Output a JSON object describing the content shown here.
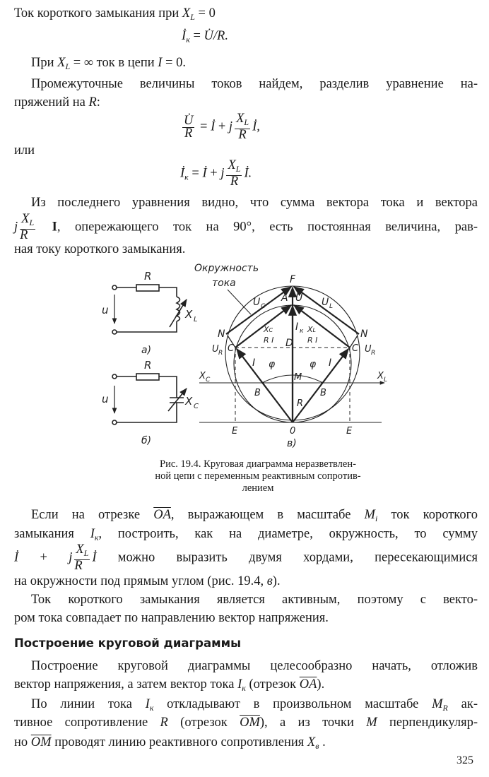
{
  "lines": [
    {
      "seg": [
        {
          "t": "Ток короткого замыкания при "
        },
        {
          "t": "X",
          "s": "i"
        },
        {
          "t": "L",
          "s": "sub"
        },
        {
          "t": " = 0"
        }
      ]
    },
    {
      "seg": [
        {
          "t": "İ",
          "s": "i"
        },
        {
          "t": "к",
          "s": "sub"
        },
        {
          "t": " = "
        },
        {
          "t": "U̇/R.",
          "s": "i"
        }
      ]
    },
    {
      "seg": [
        {
          "t": "При "
        },
        {
          "t": "X",
          "s": "i"
        },
        {
          "t": "L",
          "s": "sub"
        },
        {
          "t": " = ∞ ток в цепи "
        },
        {
          "t": "I",
          "s": "i"
        },
        {
          "t": " = 0."
        }
      ]
    },
    {
      "seg": [
        {
          "t": "Промежуточные величины токов найдем, разделив уравнение на-"
        }
      ]
    },
    {
      "seg": [
        {
          "t": "пряжений на "
        },
        {
          "t": "R",
          "s": "i"
        },
        {
          "t": ":"
        }
      ]
    },
    {
      "seg": [
        {
          "frac": [
            "U̇",
            "",
            "R"
          ]
        },
        {
          "t": " = "
        },
        {
          "t": "İ",
          "s": "i"
        },
        {
          "t": " + "
        },
        {
          "t": "j",
          "s": "i"
        },
        {
          "frac": [
            "X",
            "L",
            "R"
          ]
        },
        {
          "t": "İ,",
          "s": "i"
        }
      ]
    },
    {
      "seg": [
        {
          "t": "или"
        }
      ]
    },
    {
      "seg": [
        {
          "t": "İ",
          "s": "i"
        },
        {
          "t": "к",
          "s": "sub"
        },
        {
          "t": " = "
        },
        {
          "t": "İ",
          "s": "i"
        },
        {
          "t": " + "
        },
        {
          "t": "j",
          "s": "i"
        },
        {
          "frac": [
            "X",
            "L",
            "R"
          ]
        },
        {
          "t": "İ.",
          "s": "i"
        }
      ]
    },
    {
      "seg": [
        {
          "t": "Из последнего уравнения видно, что сумма вектора тока и вектора"
        }
      ]
    },
    {
      "seg": [
        {
          "t": "j",
          "s": "i"
        },
        {
          "frac": [
            "X",
            "L",
            "R"
          ]
        },
        {
          "t": " I",
          "s": "b"
        },
        {
          "t": ", опережающего ток на 90°, есть постоянная величина, рав-"
        }
      ]
    },
    {
      "seg": [
        {
          "t": "ная току короткого замыкания."
        }
      ]
    },
    {
      "seg": [
        {
          "t": "Если на отрезке "
        },
        {
          "t": "OA",
          "s": "ov"
        },
        {
          "t": ", выражающем в масштабе "
        },
        {
          "t": "M",
          "s": "i"
        },
        {
          "t": "i",
          "s": "sub"
        },
        {
          "t": " ток короткого"
        }
      ]
    },
    {
      "seg": [
        {
          "t": "замыкания "
        },
        {
          "t": "I",
          "s": "i"
        },
        {
          "t": "к",
          "s": "sub"
        },
        {
          "t": ", построить, как на диаметре, окружность, то сумму"
        }
      ]
    },
    {
      "seg": [
        {
          "t": "İ",
          "s": "i"
        },
        {
          "t": " + "
        },
        {
          "t": "j",
          "s": "i"
        },
        {
          "frac": [
            "X",
            "L",
            "R"
          ]
        },
        {
          "t": "İ",
          "s": "i"
        },
        {
          "t": " можно выразить двумя хордами, пересекающимися"
        }
      ]
    },
    {
      "seg": [
        {
          "t": "на окружности под прямым углом (рис. 19.4, "
        },
        {
          "t": "в",
          "s": "i"
        },
        {
          "t": ")."
        }
      ]
    },
    {
      "seg": [
        {
          "t": "Ток короткого замыкания является активным, поэтому с векто-"
        }
      ]
    },
    {
      "seg": [
        {
          "t": "ром тока совпадает по направлению вектор напряжения."
        }
      ]
    },
    {
      "seg": [
        {
          "t": "Построение круговой диаграммы"
        }
      ]
    },
    {
      "seg": [
        {
          "t": "Построение круговой диаграммы целесообразно начать, отложив"
        }
      ]
    },
    {
      "seg": [
        {
          "t": "вектор напряжения, а затем вектор тока "
        },
        {
          "t": "I",
          "s": "i"
        },
        {
          "t": "к",
          "s": "sub"
        },
        {
          "t": " (отрезок "
        },
        {
          "t": "OA",
          "s": "ov"
        },
        {
          "t": ")."
        }
      ]
    },
    {
      "seg": [
        {
          "t": "По линии тока "
        },
        {
          "t": "I",
          "s": "i"
        },
        {
          "t": "к",
          "s": "sub"
        },
        {
          "t": " откладывают в произвольном масштабе "
        },
        {
          "t": "M",
          "s": "i"
        },
        {
          "t": "R",
          "s": "sub"
        },
        {
          "t": " ак-"
        }
      ]
    },
    {
      "seg": [
        {
          "t": "тивное сопротивление "
        },
        {
          "t": "R",
          "s": "i"
        },
        {
          "t": " (отрезок "
        },
        {
          "t": "OM",
          "s": "ov"
        },
        {
          "t": "), а из точки "
        },
        {
          "t": "M",
          "s": "i"
        },
        {
          "t": " перпендикуляр-"
        }
      ]
    },
    {
      "seg": [
        {
          "t": "но "
        },
        {
          "t": "OM",
          "s": "ov"
        },
        {
          "t": " проводят линию реактивного сопротивления "
        },
        {
          "t": "X",
          "s": "i"
        },
        {
          "t": "в",
          "s": "sub"
        },
        {
          "t": " ."
        }
      ]
    }
  ],
  "page_number": "325",
  "figure": {
    "labels": {
      "R": "R",
      "u": "u",
      "XL": "X",
      "L": "L",
      "XC": "X",
      "C": "C",
      "a": "а)",
      "b": "б)",
      "v": "в)",
      "circle1": "Окружность",
      "circle2": "тока",
      "F": "F",
      "A": "A",
      "U": "U",
      "UC": "U",
      "UL": "U",
      "N": "N",
      "UR": "U",
      "Rsub": "R",
      "Cpt": "C",
      "D": "D",
      "Ik": "I",
      "k": "к",
      "I": "I",
      "phi": "φ",
      "M": "M",
      "B": "B",
      "E": "E",
      "O": "0",
      "one": "I"
    },
    "caption": [
      "Рис. 19.4. Круговая диаграмма неразветвлен-",
      "ной цепи с переменным реактивным сопротив-",
      "лением"
    ]
  }
}
